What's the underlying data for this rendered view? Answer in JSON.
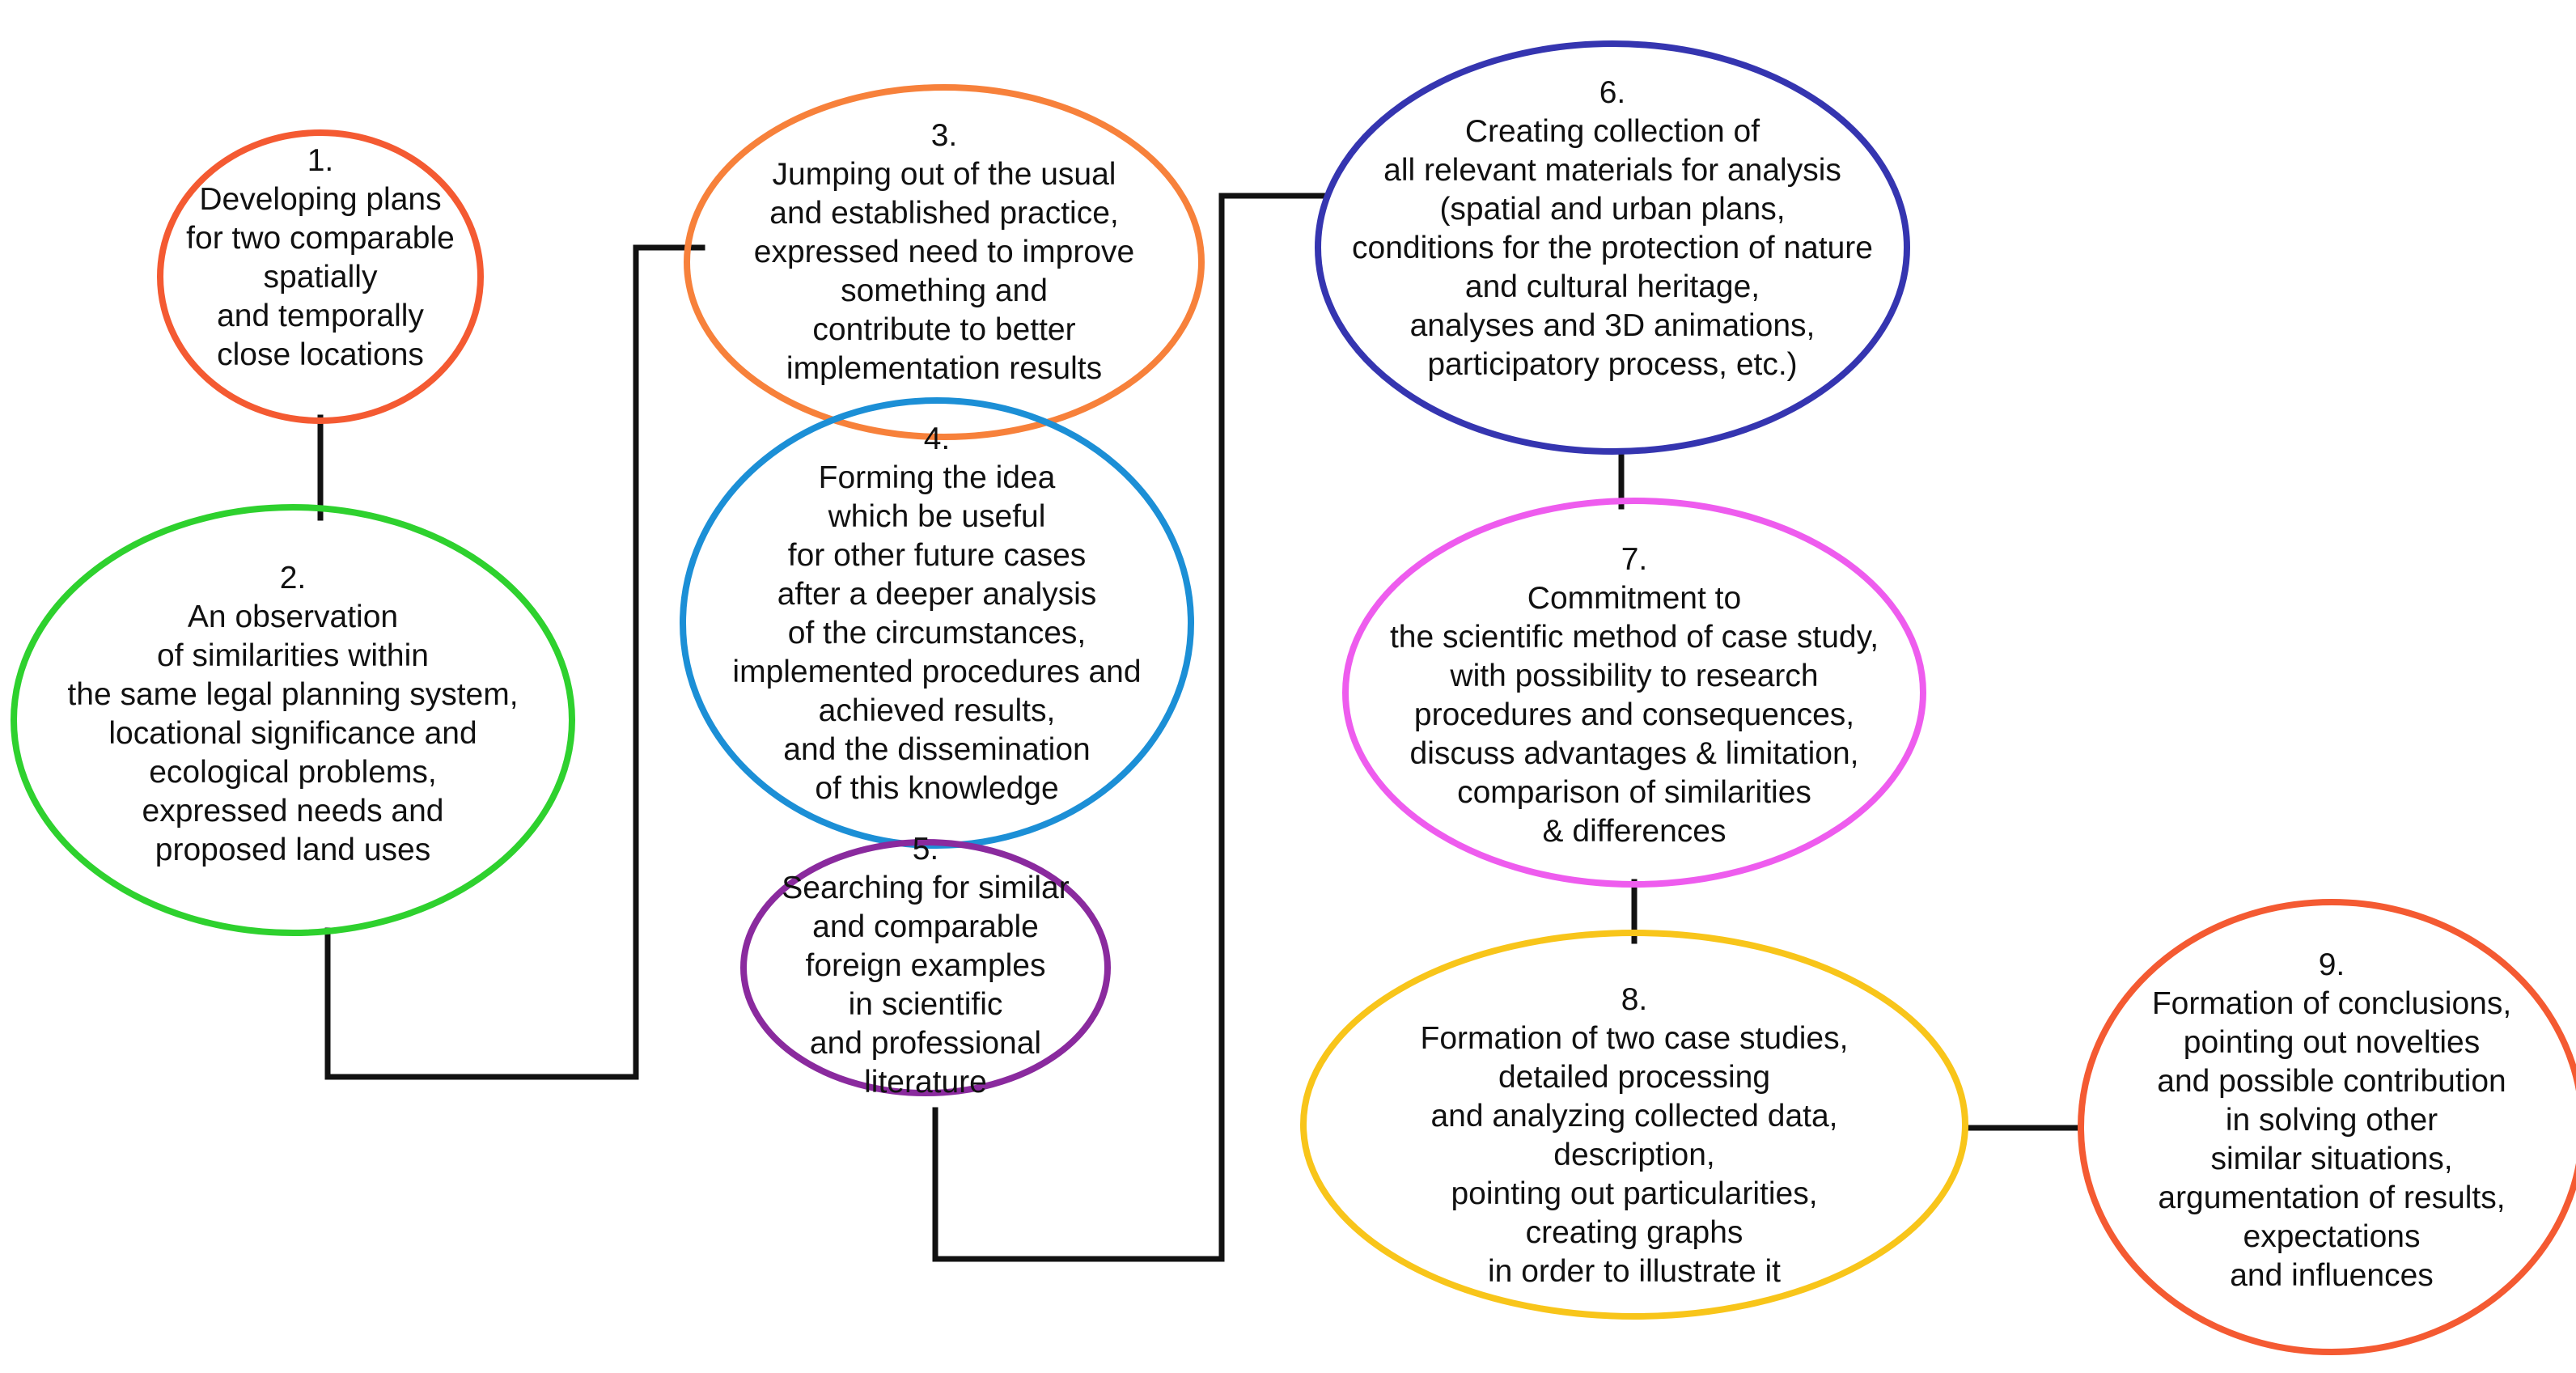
{
  "nodes": [
    {
      "id": "1",
      "color": "#f45a32",
      "lines": [
        "1.",
        "Developing plans",
        "for two comparable",
        "spatially",
        "and temporally",
        "close locations"
      ]
    },
    {
      "id": "2",
      "color": "#2ed12e",
      "lines": [
        "2.",
        "An observation",
        "of similarities within",
        "the same legal planning system,",
        "locational significance and",
        "ecological problems,",
        "expressed needs and",
        "proposed land uses"
      ]
    },
    {
      "id": "3",
      "color": "#f7813b",
      "lines": [
        "3.",
        "Jumping out of the usual",
        "and established practice,",
        "expressed need to improve",
        "something and",
        "contribute to better",
        "implementation results"
      ]
    },
    {
      "id": "4",
      "color": "#1c8fd6",
      "lines": [
        "4.",
        "Forming the idea",
        "which be useful",
        "for other future cases",
        "after a deeper analysis",
        "of the circumstances,",
        "implemented procedures and",
        "achieved results,",
        "and the dissemination",
        "of this knowledge"
      ]
    },
    {
      "id": "5",
      "color": "#8a2a9e",
      "lines": [
        "5.",
        "Searching for similar",
        "and comparable",
        "foreign examples",
        "in scientific",
        "and professional",
        "literature"
      ]
    },
    {
      "id": "6",
      "color": "#3535b0",
      "lines": [
        "6.",
        "Creating collection of",
        "all relevant materials for analysis",
        "(spatial and urban plans,",
        "conditions for the protection of nature",
        "and cultural heritage,",
        "analyses and 3D animations,",
        "participatory process, etc.)"
      ]
    },
    {
      "id": "7",
      "color": "#ee5cee",
      "lines": [
        "7.",
        "Commitment to",
        "the scientific method of case study,",
        "with possibility to research",
        "procedures and consequences,",
        "discuss advantages & limitation,",
        "comparison of similarities",
        "& differences"
      ]
    },
    {
      "id": "8",
      "color": "#f8c51a",
      "lines": [
        "8.",
        "Formation of two case studies,",
        "detailed processing",
        "and analyzing collected data,",
        "description,",
        "pointing out particularities,",
        "creating graphs",
        "in order to illustrate it"
      ]
    },
    {
      "id": "9",
      "color": "#f45a32",
      "lines": [
        "9.",
        "Formation of conclusions,",
        "pointing out novelties",
        "and possible contribution",
        "in solving other",
        "similar situations,",
        "argumentation of results,",
        "expectations",
        "and influences"
      ]
    }
  ]
}
